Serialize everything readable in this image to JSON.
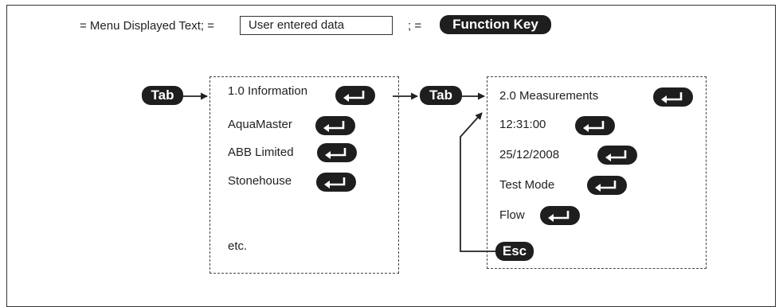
{
  "legend": {
    "menu_text": "= Menu Displayed Text; =",
    "user_data": "User entered data",
    "separator": "; =",
    "function_key": "Function Key"
  },
  "keys": {
    "tab": "Tab",
    "esc": "Esc"
  },
  "menu1": {
    "items": [
      "1.0 Information",
      "AquaMaster",
      "ABB Limited",
      "Stonehouse",
      "etc."
    ]
  },
  "menu2": {
    "items": [
      "2.0 Measurements",
      "12:31:00",
      "25/12/2008",
      "Test Mode",
      "Flow"
    ]
  },
  "icons": {
    "enter": "enter-key-icon"
  },
  "colors": {
    "key_fill": "#1e1e1e",
    "key_text": "#ffffff",
    "line": "#222222"
  }
}
